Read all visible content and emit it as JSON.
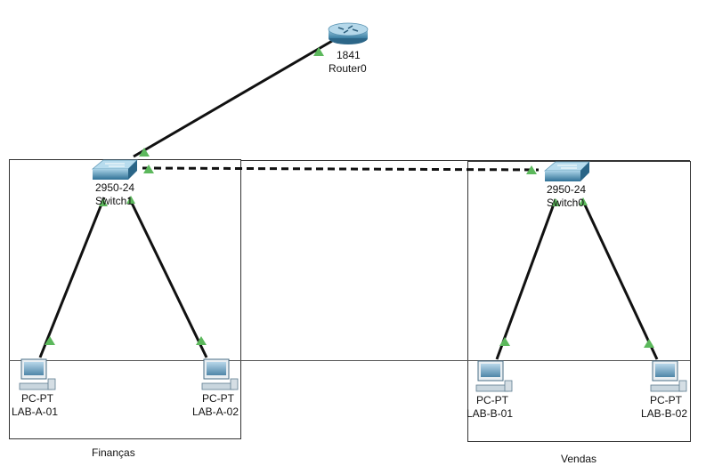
{
  "router": {
    "model": "1841",
    "name": "Router0"
  },
  "switches": [
    {
      "model": "2950-24",
      "name": "Switch1"
    },
    {
      "model": "2950-24",
      "name": "Switch0"
    }
  ],
  "pcs": [
    {
      "model": "PC-PT",
      "name": "LAB-A-01"
    },
    {
      "model": "PC-PT",
      "name": "LAB-A-02"
    },
    {
      "model": "PC-PT",
      "name": "LAB-B-01"
    },
    {
      "model": "PC-PT",
      "name": "LAB-B-02"
    }
  ],
  "areas": [
    "Finanças",
    "Vendas"
  ],
  "colors": {
    "link": "#111111",
    "port_up": "#5cb85c",
    "switch": "#3a87a8",
    "router": "#4d8fb0",
    "box": "#333333"
  }
}
